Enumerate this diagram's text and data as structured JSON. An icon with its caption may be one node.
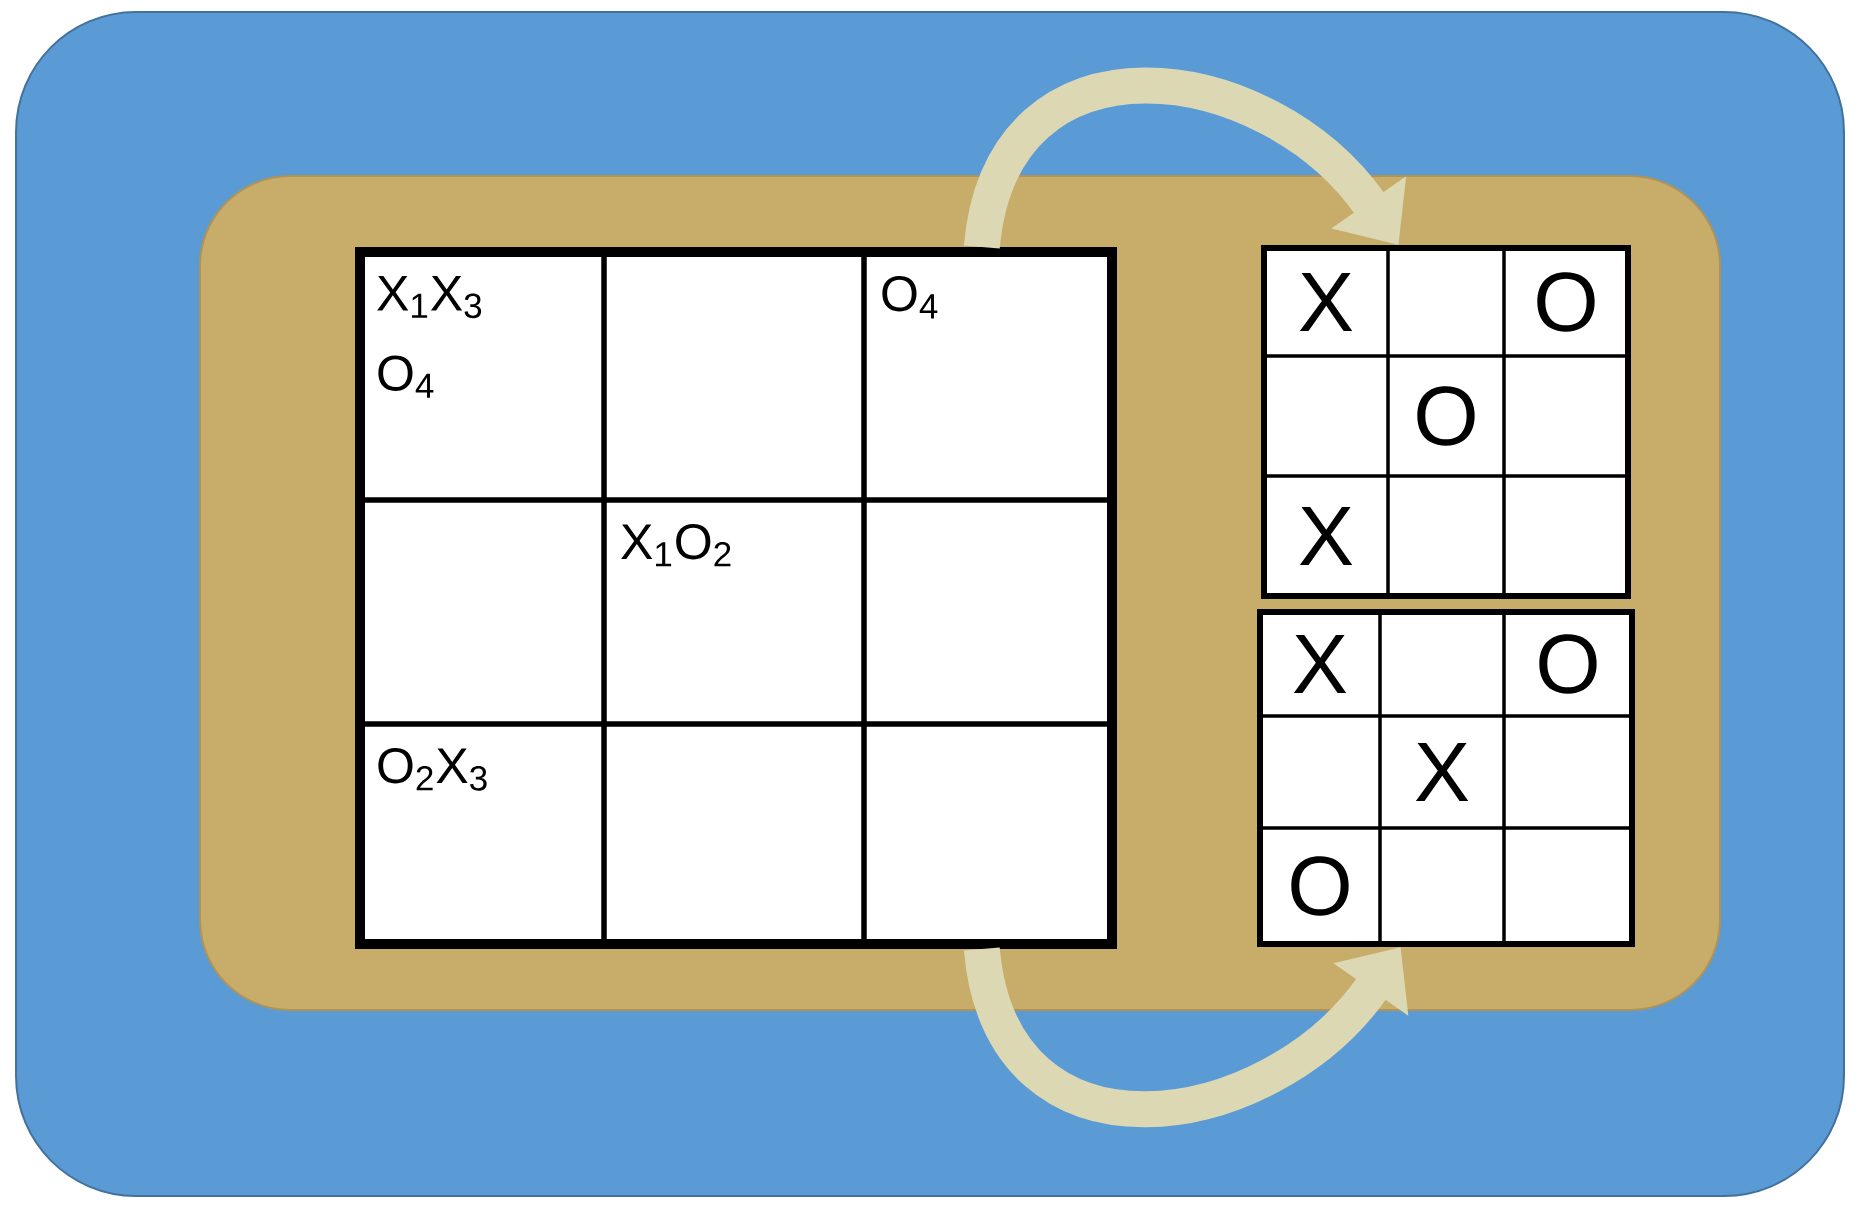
{
  "diagram": {
    "nodes": [
      {
        "text": [],
        "shape": "box"
      },
      {
        "text": [],
        "shape": "box",
        "in": 0
      },
      {
        "text": [],
        "shape": "box",
        "in": 1
      },
      {
        "text": [
          "X$_{1}$X$_{3}$",
          "O$_{4}$"
        ],
        "in": 2
      },
      {
        "text": [],
        "shape": "box",
        "in": 2
      },
      {
        "text": [
          "O$_{4}$"
        ],
        "in": 2
      },
      {
        "text": [],
        "shape": "box",
        "in": 2
      },
      {
        "text": [
          "X$_{1}$O$_{2}$"
        ],
        "in": 2
      },
      {
        "text": [],
        "shape": "box",
        "in": 2
      },
      {
        "text": [
          "O$_{2}$X$_{3}$"
        ],
        "in": 2
      },
      {
        "text": [],
        "shape": "box",
        "in": 2
      },
      {
        "text": [],
        "shape": "box",
        "in": 2
      },
      {
        "text": [],
        "shape": "box",
        "in": 1
      },
      {
        "text": [
          "X"
        ],
        "in": 12
      },
      {
        "text": [],
        "shape": "box",
        "in": 12
      },
      {
        "text": [
          "O"
        ],
        "in": 12
      },
      {
        "text": [],
        "shape": "box",
        "in": 12
      },
      {
        "text": [
          "O"
        ],
        "in": 12
      },
      {
        "text": [],
        "shape": "box",
        "in": 12
      },
      {
        "text": [
          "X"
        ],
        "in": 12
      },
      {
        "text": [],
        "shape": "box",
        "in": 12
      },
      {
        "text": [],
        "shape": "box",
        "in": 12
      },
      {
        "text": [],
        "shape": "box",
        "in": 1
      },
      {
        "text": [
          "X"
        ],
        "in": 22
      },
      {
        "text": [],
        "shape": "box",
        "in": 22
      },
      {
        "text": [
          "O"
        ],
        "in": 22
      },
      {
        "text": [],
        "shape": "box",
        "in": 22
      },
      {
        "text": [
          "X"
        ],
        "in": 22
      },
      {
        "text": [],
        "shape": "box",
        "in": 22
      },
      {
        "text": [
          "O"
        ],
        "in": 22
      },
      {
        "text": [],
        "shape": "box",
        "in": 22
      },
      {
        "text": [],
        "shape": "box",
        "in": 22
      }
    ],
    "edges": [
      {
        "from": 2,
        "to": 12,
        "arrow": "to"
      },
      {
        "from": 2,
        "to": 22,
        "arrow": "to"
      }
    ]
  }
}
